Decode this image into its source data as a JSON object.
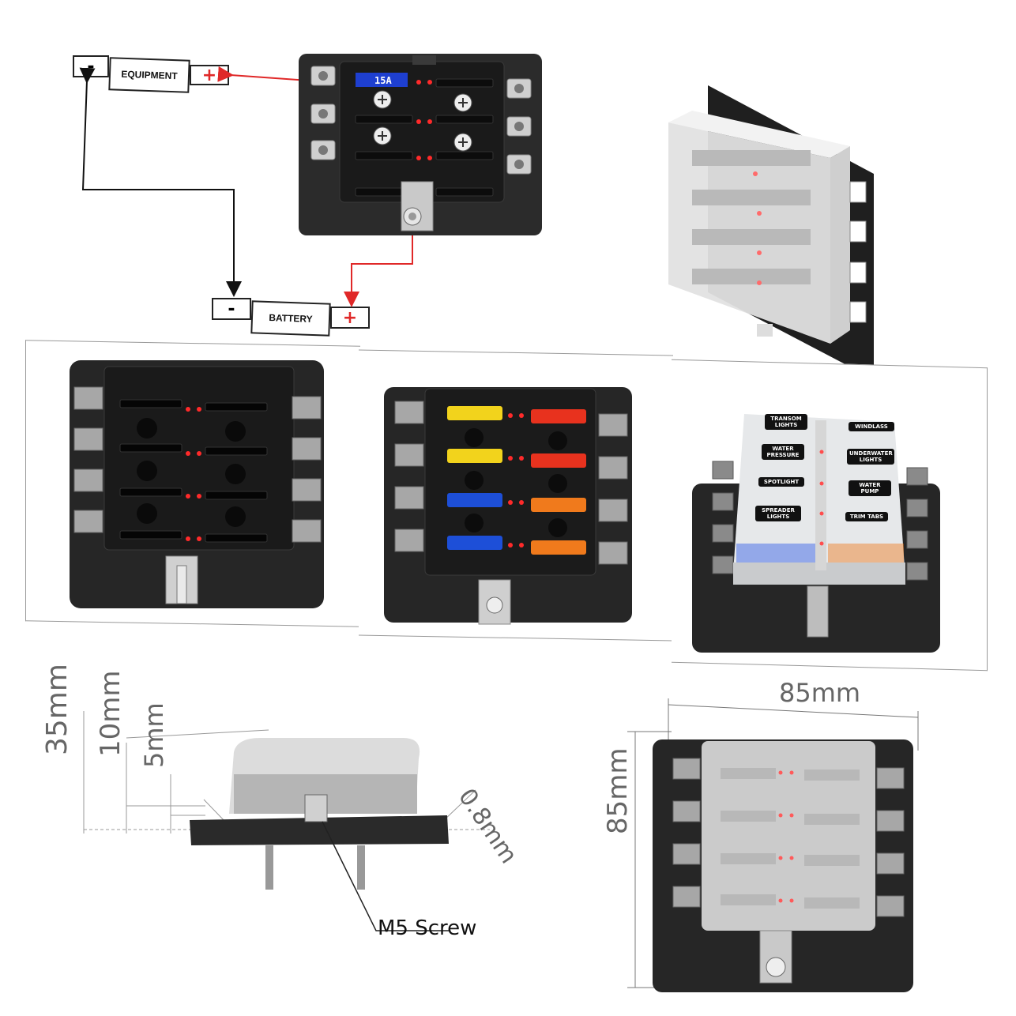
{
  "wiring": {
    "equipment_label": "EQUIPMENT",
    "battery_label": "BATTERY",
    "minus_sign": "-",
    "plus_sign": "+",
    "fuse_rating": "15A"
  },
  "photo_labels": {
    "left": [
      "TRANSOM LIGHTS",
      "WATER PRESSURE",
      "SPOTLIGHT",
      "SPREADER LIGHTS"
    ],
    "right": [
      "WINDLASS",
      "UNDERWATER LIGHTS",
      "WATER PUMP",
      "TRIM TABS"
    ]
  },
  "dimensions": {
    "height_total": "35mm",
    "height_cover": "10mm",
    "height_base": "5mm",
    "thickness": "0.8mm",
    "screw": "M5 Screw",
    "width": "85mm",
    "depth": "85mm"
  },
  "colors": {
    "wire_red": "#e02828",
    "wire_black": "#111111",
    "led_red": "#ff2a2a",
    "fuse_yellow": "#f2d31c",
    "fuse_red": "#e8321e",
    "fuse_blue": "#1d4fd8",
    "fuse_orange": "#f07a1c",
    "lcd_blue": "#1e3fd0"
  }
}
